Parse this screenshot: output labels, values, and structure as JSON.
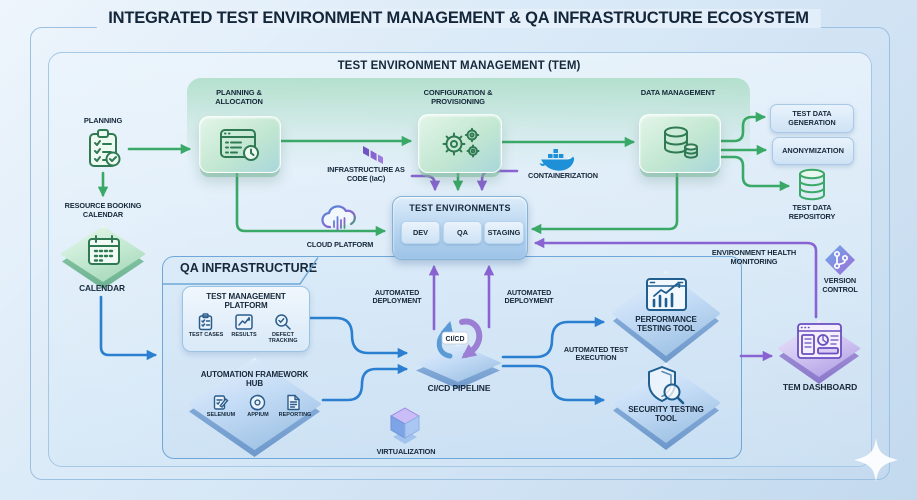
{
  "title": "INTEGRATED TEST ENVIRONMENT MANAGEMENT & QA INFRASTRUCTURE ECOSYSTEM",
  "colors": {
    "green_arrow": "#3aa968",
    "purple_arrow": "#8a63d2",
    "blue_arrow": "#2b7fd0",
    "text": "#16283a"
  },
  "tem": {
    "label": "TEST ENVIRONMENT MANAGEMENT (TEM)"
  },
  "qa": {
    "label": "QA INFRASTRUCTURE"
  },
  "nodes": {
    "planning": {
      "label": "PLANNING"
    },
    "resource_booking_calendar": {
      "label": "RESOURCE BOOKING CALENDAR"
    },
    "calendar": {
      "label": "CALENDAR"
    },
    "planning_allocation": {
      "label": "PLANNING & ALLOCATION"
    },
    "configuration_provisioning": {
      "label": "CONFIGURATION & PROVISIONING"
    },
    "data_management": {
      "label": "DATA MANAGEMENT"
    },
    "infrastructure_as_code": {
      "label": "INFRASTRUCTURE AS CODE (IaC)"
    },
    "containerization": {
      "label": "CONTAINERIZATION"
    },
    "cloud_platform": {
      "label": "CLOUD PLATFORM"
    },
    "test_environments": {
      "label": "TEST ENVIRONMENTS",
      "environments": [
        "DEV",
        "QA",
        "STAGING"
      ]
    },
    "test_data_generation": {
      "label": "TEST DATA GENERATION"
    },
    "anonymization": {
      "label": "ANONYMIZATION"
    },
    "test_data_repository": {
      "label": "TEST DATA REPOSITORY"
    },
    "version_control": {
      "label": "VERSION CONTROL"
    },
    "test_management_platform": {
      "label": "TEST MANAGEMENT PLATFORM",
      "items": [
        "TEST CASES",
        "RESULTS",
        "DEFECT TRACKING"
      ]
    },
    "automation_framework_hub": {
      "label": "AUTOMATION FRAMEWORK HUB",
      "items": [
        "SELENIUM",
        "APPIUM",
        "REPORTING"
      ]
    },
    "cicd_pipeline": {
      "label": "CI/CD PIPELINE",
      "badge": "CI/CD"
    },
    "virtualization": {
      "label": "VIRTUALIZATION"
    },
    "performance_testing_tool": {
      "label": "PERFORMANCE TESTING TOOL"
    },
    "security_testing_tool": {
      "label": "SECURITY TESTING TOOL"
    },
    "tem_dashboard": {
      "label": "TEM DASHBOARD"
    }
  },
  "flows": {
    "automated_deployment": "AUTOMATED DEPLOYMENT",
    "automated_test_execution": "AUTOMATED TEST EXECUTION",
    "environment_health_monitoring": "ENVIRONMENT HEALTH MONITORING"
  }
}
